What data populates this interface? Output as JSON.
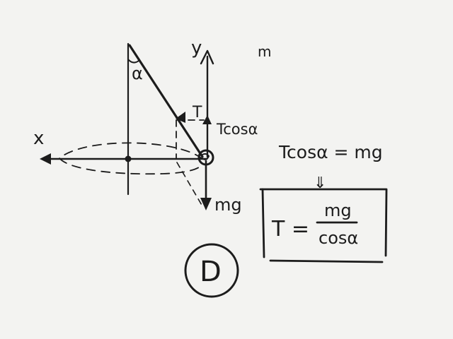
{
  "labels": {
    "x_axis": "x",
    "y_axis": "y",
    "mass": "m",
    "angle": "α",
    "tension": "T",
    "tension_vertical": "Tcosα",
    "weight": "mg"
  },
  "equations": {
    "balance": "Tcosα = mg",
    "implies": "⇓",
    "result_lhs": "T =",
    "result_numerator": "mg",
    "result_denominator": "cosα"
  },
  "answer_letter": "D",
  "colors": {
    "ink": "#1c1c1c",
    "board": "#f3f3f1"
  }
}
